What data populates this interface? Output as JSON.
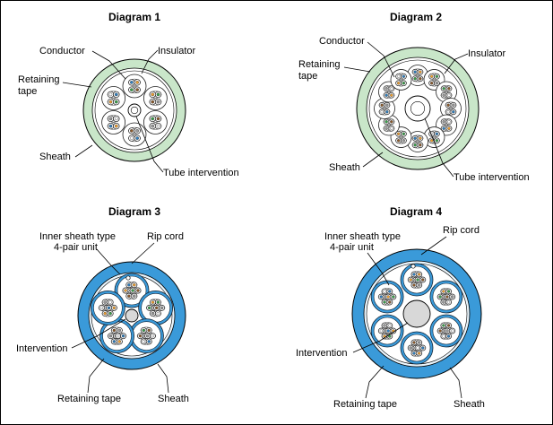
{
  "diagrams": [
    {
      "title": "Diagram 1",
      "labels": {
        "conductor": "Conductor",
        "insulator": "Insulator",
        "retaining_tape_line1": "Retaining",
        "retaining_tape_line2": "tape",
        "sheath": "Sheath",
        "tube_intervention": "Tube intervention"
      },
      "sheath_color": "#c9e6c9",
      "pairs_per_unit": 2,
      "units": 6
    },
    {
      "title": "Diagram 2",
      "labels": {
        "conductor": "Conductor",
        "insulator": "Insulator",
        "retaining_tape_line1": "Retaining",
        "retaining_tape_line2": "tape",
        "sheath": "Sheath",
        "tube_intervention": "Tube intervention"
      },
      "sheath_color": "#c9e6c9",
      "pairs_per_unit": 2,
      "units": 12
    },
    {
      "title": "Diagram 3",
      "labels": {
        "inner_sheath_line1": "Inner sheath type",
        "inner_sheath_line2": "4-pair unit",
        "rip_cord": "Rip cord",
        "intervention": "Intervention",
        "retaining_tape": "Retaining tape",
        "sheath": "Sheath"
      },
      "sheath_color": "#3a9ad9",
      "pairs_per_unit": 4,
      "units": 5
    },
    {
      "title": "Diagram 4",
      "labels": {
        "inner_sheath_line1": "Inner sheath type",
        "inner_sheath_line2": "4-pair unit",
        "rip_cord": "Rip cord",
        "intervention": "Intervention",
        "retaining_tape": "Retaining tape",
        "sheath": "Sheath"
      },
      "sheath_color": "#3a9ad9",
      "pairs_per_unit": 4,
      "units": 6
    }
  ],
  "colors": {
    "border": "#000000",
    "background": "#ffffff",
    "sheath_green": "#c9e6c9",
    "sheath_blue": "#3a9ad9",
    "inner_ring_blue": "#e9f4fb",
    "conductor_palette": [
      "#2f7fbf",
      "#f0a030",
      "#3aa04a",
      "#8b5a2b",
      "#9a9a9a",
      "#ffffff"
    ]
  }
}
